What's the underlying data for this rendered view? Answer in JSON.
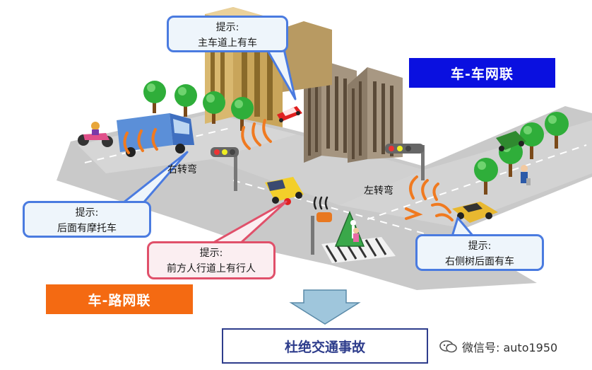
{
  "callouts": {
    "top": {
      "title": "提示:",
      "text": "主车道上有车"
    },
    "left": {
      "title": "提示:",
      "text": "后面有摩托车"
    },
    "center": {
      "title": "提示:",
      "text": "前方人行道上有行人"
    },
    "right": {
      "title": "提示:",
      "text": "右侧树后面有车"
    }
  },
  "banners": {
    "v2v": {
      "label": "车-车网联",
      "color": "#0a10e0"
    },
    "v2r": {
      "label": "车-路网联",
      "color": "#f46a12"
    }
  },
  "road_labels": {
    "right_turn": "右转弯",
    "left_turn": "左转弯"
  },
  "result": {
    "label": "杜绝交通事故"
  },
  "watermark": {
    "text": "微信号: auto1950"
  }
}
